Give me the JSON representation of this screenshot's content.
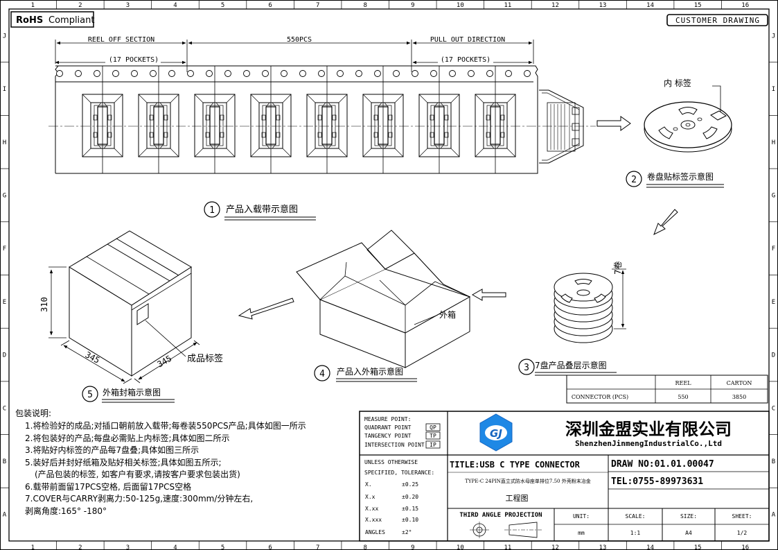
{
  "border": {
    "columns": [
      "1",
      "2",
      "3",
      "4",
      "5",
      "6",
      "7",
      "8",
      "9",
      "10",
      "11",
      "12",
      "13",
      "14",
      "15",
      "16"
    ],
    "rows": [
      "J",
      "I",
      "H",
      "G",
      "F",
      "E",
      "D",
      "C",
      "B",
      "A"
    ]
  },
  "rohs": {
    "bold": "RoHS",
    "rest": "Compliant"
  },
  "customer": "CUSTOMER DRAWING",
  "section1": {
    "reel_off": "REEL OFF SECTION",
    "qty": "550PCS",
    "pull_out": "PULL OUT DIRECTION",
    "pockets_left": "(17 POCKETS)",
    "pockets_right": "(17 POCKETS)",
    "num": "1",
    "caption": "产品入载带示意图"
  },
  "section2": {
    "label": "内 标签",
    "num": "2",
    "caption": "卷盘贴标签示意图"
  },
  "section3": {
    "stack": "7卷",
    "num": "3",
    "caption": "7盘产品叠层示意图"
  },
  "section4": {
    "label": "外箱",
    "num": "4",
    "caption": "产品入外箱示意图"
  },
  "section5": {
    "height": "310",
    "width": "345",
    "depth": "345",
    "label": "成品标签",
    "num": "5",
    "caption": "外箱封箱示意图"
  },
  "qty_table": {
    "col1": "REEL",
    "col2": "CARTON",
    "row_label": "CONNECTOR (PCS)",
    "reel": "550",
    "carton": "3850"
  },
  "notes": {
    "title": "包装说明:",
    "lines": [
      "1.将检验好的成品;对插口朝前放入载带;每卷装550PCS产品;具体如图一所示",
      "2.将包装好的产品;每盘必需贴上内标签;具体如图二所示",
      "3.将贴好内标签的产品每7盘叠;具体如图三所示",
      "5.装好后并封好纸箱及贴好相关标签;具体如图五所示;",
      "(产品包装的标签, 如客户有要求,请按客户要求包装出货)",
      "6.载带前面留17PCS空格, 后面留17PCS空格",
      "7.COVER与CARRY剥离力:50-125g,速度:300mm/分钟左右,",
      "剥离角度:165° -180°"
    ]
  },
  "title_block": {
    "measure_title": "MEASURE POINT:",
    "measure": [
      {
        "name": "QUADRANT POINT",
        "code": "QP"
      },
      {
        "name": "TANGENCY POINT",
        "code": "TP"
      },
      {
        "name": "INTERSECTION POINT",
        "code": "IP"
      }
    ],
    "logo_text": "GJ",
    "company_cn": "深圳金盟实业有限公司",
    "company_en": "ShenzhenJinmengIndustrialCo.,Ltd",
    "tol_head1": "UNLESS OTHERWISE",
    "tol_head2": "SPECIFIED, TOLERANCE:",
    "tolerances": [
      {
        "k": "X.",
        "v": "±0.25"
      },
      {
        "k": "X.x",
        "v": "±0.20"
      },
      {
        "k": "X.xx",
        "v": "±0.15"
      },
      {
        "k": "X.xxx",
        "v": "±0.10"
      },
      {
        "k": "ANGLES",
        "v": "±2°"
      }
    ],
    "title": "TITLE:USB C TYPE CONNECTOR",
    "subtitle": "TYPE-C 24PIN直立式防水母座单排位7.50 外壳粉末冶金",
    "drawing_type": "工程图",
    "draw_no": "DRAW NO:01.01.00047",
    "tel": "TEL:0755-89973631",
    "projection": "THIRD ANGLE PROJECTION",
    "unit_label": "UNIT:",
    "unit": "mm",
    "scale_label": "SCALE:",
    "scale": "1:1",
    "size_label": "SIZE:",
    "size": "A4",
    "sheet_label": "SHEET:",
    "sheet": "1/2"
  }
}
